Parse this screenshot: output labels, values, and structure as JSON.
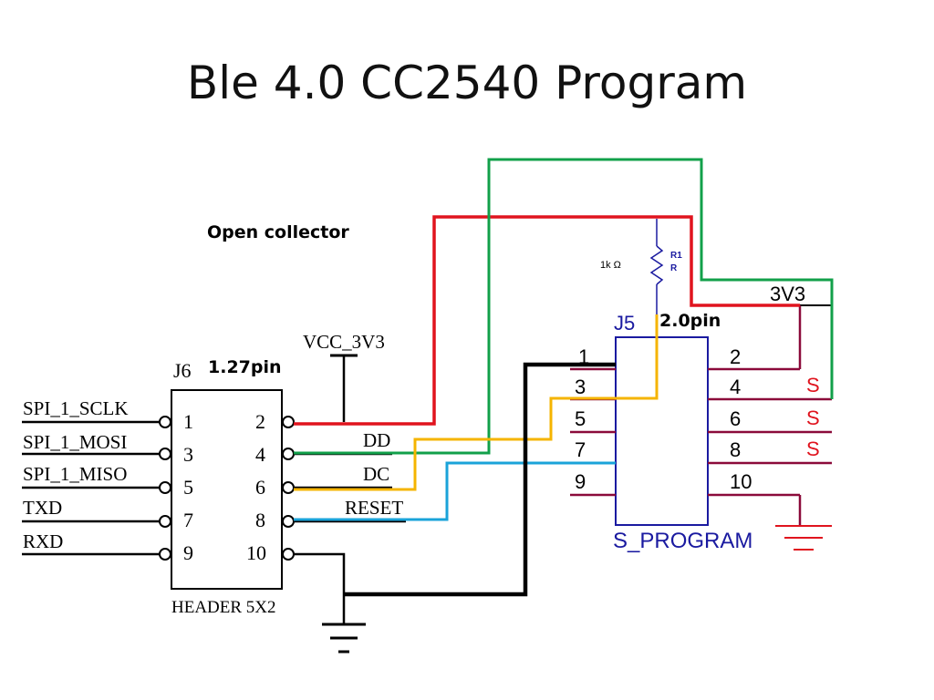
{
  "slide": {
    "title": "Ble 4.0 CC2540 Program",
    "open_collector": "Open collector",
    "j6_pitch": "1.27pin",
    "j5_pitch": "2.0pin"
  },
  "resistor": {
    "value": "1k Ω",
    "ref": "R1",
    "sub": "R"
  },
  "vcc_label": "VCC_3V3",
  "j6": {
    "ref": "J6",
    "name": "HEADER 5X2",
    "left_pins": [
      "1",
      "3",
      "5",
      "7",
      "9"
    ],
    "right_pins": [
      "2",
      "4",
      "6",
      "8",
      "10"
    ],
    "left_signals": [
      "SPI_1_SCLK",
      "SPI_1_MOSI",
      "SPI_1_MISO",
      "TXD",
      "RXD"
    ],
    "right_signals": [
      "DD",
      "DC",
      "RESET"
    ]
  },
  "j5": {
    "ref": "J5",
    "name": "S_PROGRAM",
    "left_pins": [
      "1",
      "3",
      "5",
      "7",
      "9"
    ],
    "right_pins": [
      "2",
      "4",
      "6",
      "8",
      "10"
    ],
    "net_3v3": "3V3",
    "s_marks": [
      "S",
      "S",
      "S"
    ]
  },
  "colors": {
    "red": "#e0141e",
    "green": "#12a04a",
    "orange": "#f5b400",
    "blue": "#1aa3d9",
    "black": "#000000",
    "blue_outline": "#1a1aa0",
    "dark_red": "#8b0a3a"
  }
}
